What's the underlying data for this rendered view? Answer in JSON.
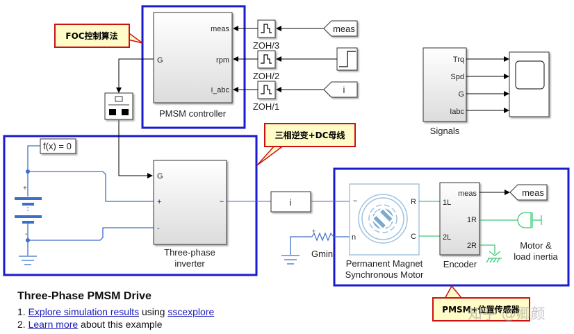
{
  "model_title": "Three-Phase PMSM Drive",
  "links": {
    "line1_num": "1.",
    "line1_link": "Explore simulation results",
    "line1_mid": " using ",
    "line1_link2": "sscexplore",
    "line2_num": "2.",
    "line2_link": "Learn more",
    "line2_rest": " about this example"
  },
  "callouts": {
    "foc": "FOC控制算法",
    "inverter": "三相逆变+DC母线",
    "motor": "PMSM+位置传感器"
  },
  "watermark": "知乎 @卿颜",
  "blocks": {
    "controller": {
      "name": "PMSM controller",
      "ports_in": [
        "meas",
        "rpm",
        "i_abc"
      ],
      "port_out": "G"
    },
    "zoh3": "ZOH/3",
    "zoh2": "ZOH/2",
    "zoh1": "ZOH/1",
    "from_meas": "meas",
    "from_i": "i",
    "signals": {
      "name": "Signals",
      "ports": [
        "Trq",
        "Spd",
        "G",
        "Iabc"
      ]
    },
    "solver": "f(x) = 0",
    "inverter": {
      "name_line1": "Three-phase",
      "name_line2": "inverter",
      "port_g": "G",
      "port_plus": "+",
      "port_minus": "-",
      "port_ac": "~"
    },
    "current_sensor": "i",
    "gmin": "Gmin",
    "pmsm": {
      "name_line1": "Permanent Magnet",
      "name_line2": "Synchronous Motor",
      "port_ac": "~",
      "port_n": "n",
      "port_r": "R",
      "port_c": "C"
    },
    "encoder": {
      "name": "Encoder",
      "port_meas": "meas",
      "port_1l": "1L",
      "port_2l": "2L",
      "port_1r": "1R",
      "port_2r": "2R"
    },
    "goto_meas": "meas",
    "inertia": {
      "name_line1": "Motor &",
      "name_line2": "load inertia"
    },
    "battery_plus": "+",
    "battery_minus": "-"
  },
  "colors": {
    "group_border": "#1a1ad0",
    "callout_border": "#cc1111",
    "callout_fill": "#fffcc8",
    "electrical": "#3c6fc8",
    "mechanical": "#3cc878",
    "signal": "#000000"
  }
}
